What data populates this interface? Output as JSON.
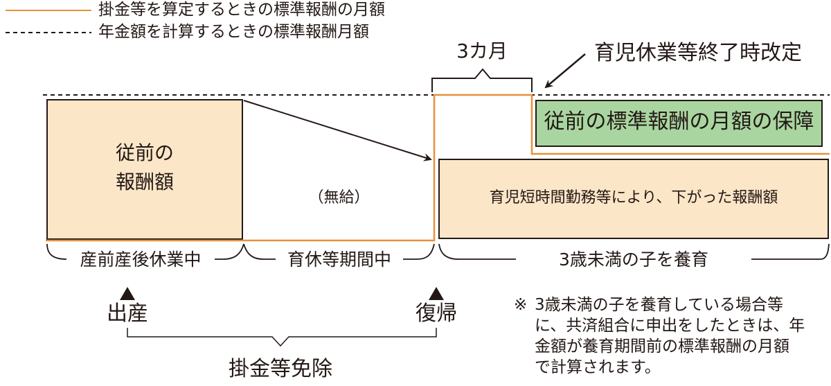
{
  "legend": {
    "items": [
      {
        "label": "掛金等を算定するときの標準報酬の月額",
        "style": "solid",
        "color": "#e8903a"
      },
      {
        "label": "年金額を計算するときの標準報酬月額",
        "style": "dashed",
        "color": "#231815"
      }
    ]
  },
  "top_labels": {
    "three_months": "3カ月",
    "revision": "育児休業等終了時改定"
  },
  "boxes": {
    "prior_pay": [
      "従前の",
      "報酬額"
    ],
    "unpaid": "（無給）",
    "reduced_pay": "育児短時間勤務等により、下がった報酬額",
    "guarantee": "従前の標準報酬の月額の保障"
  },
  "periods": {
    "maternity": "産前産後休業中",
    "childcare_leave": "育休等期間中",
    "under_three": "3歳未満の子を養育"
  },
  "events": {
    "birth": "出産",
    "return": "復帰"
  },
  "exemption": "掛金等免除",
  "note": {
    "marker": "※",
    "lines": [
      "3歳未満の子を養育している場合等",
      "に、共済組合に申出をしたときは、年",
      "金額が養育期間前の標準報酬の月額",
      "で計算されます。"
    ]
  },
  "colors": {
    "orange_line": "#e8903a",
    "box_fill": "#fce6c8",
    "green_fill": "#a9d6a0",
    "dark": "#231815"
  }
}
